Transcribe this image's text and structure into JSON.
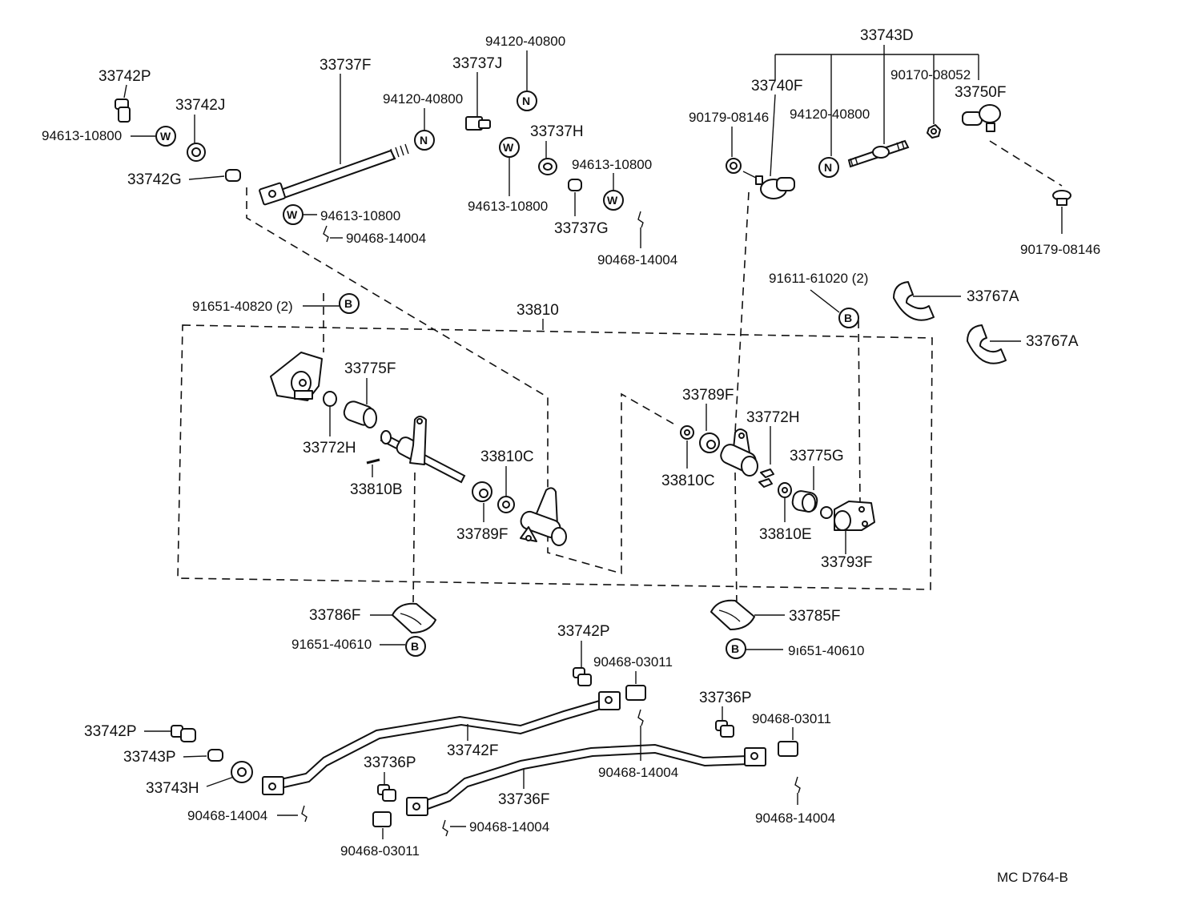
{
  "diagram_code": "MC  D764-B",
  "labels": {
    "p33742P_top": "33742P",
    "p94613_a": "94613-10800",
    "p33742J": "33742J",
    "p33742G": "33742G",
    "p33737F": "33737F",
    "p94120_a": "94120-40800",
    "p94613_b": "94613-10800",
    "p90468_a": "90468-14004",
    "p94120_b": "94120-40800",
    "p33737J": "33737J",
    "p33737H": "33737H",
    "p94613_c": "94613-10800",
    "p94613_d": "94613-10800",
    "p33737G": "33737G",
    "p90468_b": "90468-14004",
    "p33743D": "33743D",
    "p33740F": "33740F",
    "p90170": "90170-08052",
    "p33750F": "33750F",
    "p90179_a": "90179-08146",
    "p94120_c": "94120-40800",
    "p90179_b": "90179-08146",
    "p91611": "91611-61020 (2)",
    "p33767A_a": "33767A",
    "p33767A_b": "33767A",
    "p91651_a": "91651-40820 (2)",
    "p33810": "33810",
    "p33775F": "33775F",
    "p33772H_a": "33772H",
    "p33810B": "33810B",
    "p33810C_a": "33810C",
    "p33789F_a": "33789F",
    "p33789F_b": "33789F",
    "p33772H_b": "33772H",
    "p33810C_b": "33810C",
    "p33775G": "33775G",
    "p33810E": "33810E",
    "p33793F": "33793F",
    "p33786F": "33786F",
    "p91651_b": "91651-40610",
    "p33785F": "33785F",
    "p91651_c": "9ı651-40610",
    "p33742P_mid": "33742P",
    "p90468_c": "90468-03011",
    "p33736P_a": "33736P",
    "p90468_d": "90468-03011",
    "p33742P_left": "33742P",
    "p33743P": "33743P",
    "p33743H": "33743H",
    "p33742F": "33742F",
    "p33736P_b": "33736P",
    "p90468_e": "90468-14004",
    "p33736F": "33736F",
    "p90468_f": "90468-14004",
    "p90468_g": "90468-14004",
    "p90468_h": "90468-14004",
    "p90468_i": "90468-03011"
  },
  "symbols": {
    "washer": "W",
    "nut": "N",
    "bolt": "B"
  }
}
